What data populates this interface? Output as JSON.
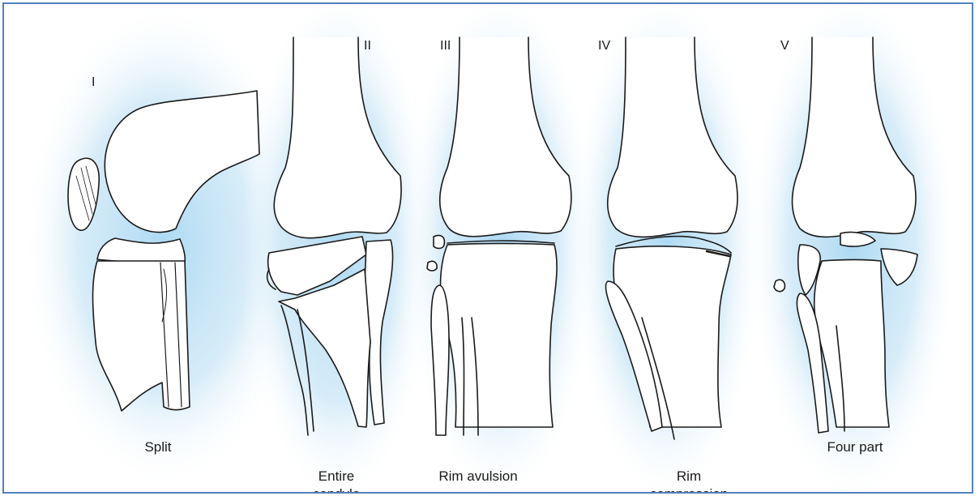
{
  "types": [
    {
      "numeral": "I",
      "caption": [
        "Split"
      ]
    },
    {
      "numeral": "II",
      "caption": [
        "Entire",
        "condyle"
      ]
    },
    {
      "numeral": "III",
      "caption": [
        "Rim avulsion"
      ]
    },
    {
      "numeral": "IV",
      "caption": [
        "Rim",
        "compression"
      ]
    },
    {
      "numeral": "V",
      "caption": [
        "Four part"
      ]
    }
  ],
  "colors": {
    "border": "#4f81bd",
    "halo": "#9fd3f1",
    "line": "#1a1a1a"
  }
}
